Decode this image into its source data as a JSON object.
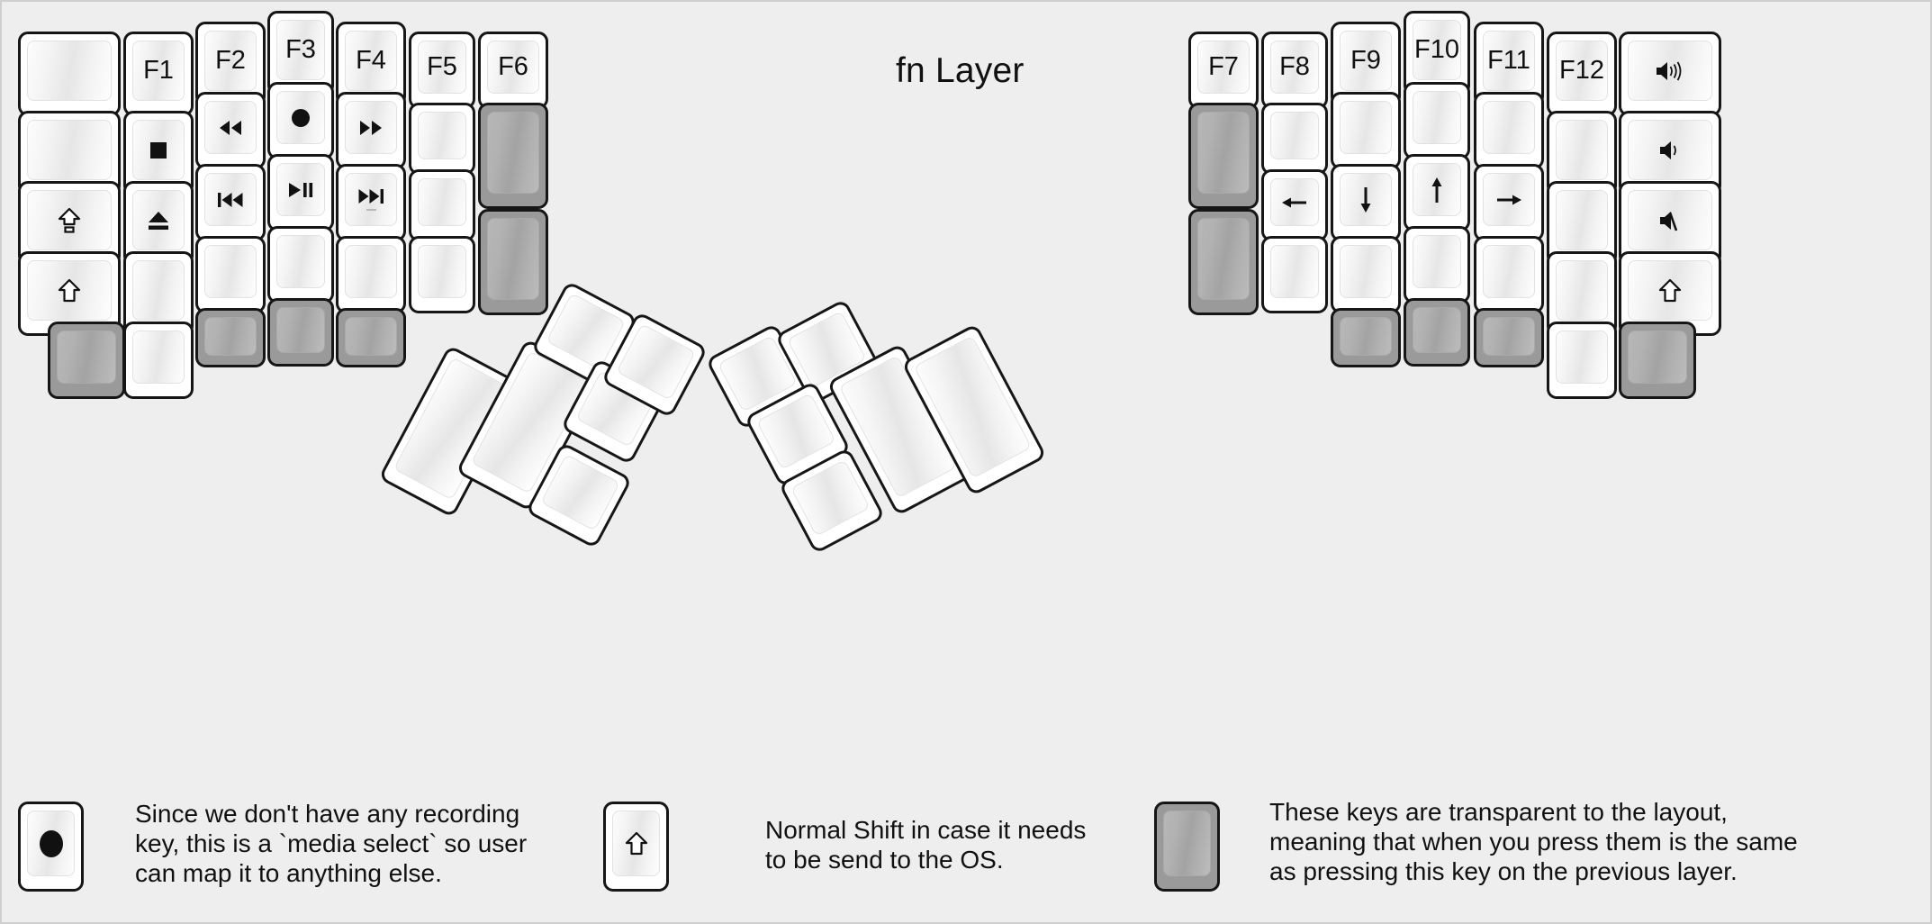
{
  "page": {
    "title": "fn Layer",
    "background": "#eeeeee",
    "key_fill": "#ffffff",
    "key_border": "#161616",
    "transparent_key_fill": "#9a9a9a"
  },
  "left_half": {
    "name": "left-keyboard-half",
    "columns": [
      {
        "name": "col-outer-left",
        "keys": [
          {
            "label": "",
            "icon": "",
            "type": "normal"
          },
          {
            "label": "",
            "icon": "",
            "type": "normal"
          },
          {
            "label": "",
            "icon": "caps-lock-icon",
            "type": "normal"
          },
          {
            "label": "",
            "icon": "shift-icon",
            "type": "normal"
          },
          {
            "label": "",
            "icon": "",
            "type": "transparent"
          }
        ]
      },
      {
        "name": "col-pinky",
        "keys": [
          {
            "label": "F1",
            "icon": "",
            "type": "normal"
          },
          {
            "label": "",
            "icon": "media-stop-icon",
            "type": "normal"
          },
          {
            "label": "",
            "icon": "media-eject-icon",
            "type": "normal"
          },
          {
            "label": "",
            "icon": "",
            "type": "normal"
          },
          {
            "label": "",
            "icon": "",
            "type": "normal"
          }
        ]
      },
      {
        "name": "col-ring",
        "keys": [
          {
            "label": "F2",
            "icon": "",
            "type": "normal"
          },
          {
            "label": "",
            "icon": "media-rewind-icon",
            "type": "normal"
          },
          {
            "label": "",
            "icon": "media-previous-icon",
            "type": "normal"
          },
          {
            "label": "",
            "icon": "",
            "type": "normal"
          },
          {
            "label": "",
            "icon": "",
            "type": "transparent"
          }
        ]
      },
      {
        "name": "col-middle",
        "keys": [
          {
            "label": "F3",
            "icon": "",
            "type": "normal"
          },
          {
            "label": "",
            "icon": "media-record-icon",
            "type": "normal"
          },
          {
            "label": "",
            "icon": "media-play-pause-icon",
            "type": "normal"
          },
          {
            "label": "",
            "icon": "",
            "type": "normal"
          },
          {
            "label": "",
            "icon": "",
            "type": "transparent"
          }
        ]
      },
      {
        "name": "col-index",
        "keys": [
          {
            "label": "F4",
            "icon": "",
            "type": "normal"
          },
          {
            "label": "",
            "icon": "media-fast-forward-icon",
            "type": "normal"
          },
          {
            "label": "",
            "icon": "media-next-icon",
            "type": "normal"
          },
          {
            "label": "",
            "icon": "",
            "type": "normal"
          },
          {
            "label": "",
            "icon": "",
            "type": "transparent"
          }
        ]
      },
      {
        "name": "col-inner",
        "keys": [
          {
            "label": "F5",
            "icon": "",
            "type": "normal"
          },
          {
            "label": "",
            "icon": "",
            "type": "normal"
          },
          {
            "label": "",
            "icon": "",
            "type": "normal"
          },
          {
            "label": "",
            "icon": "",
            "type": "normal"
          }
        ]
      },
      {
        "name": "col-innermost",
        "keys": [
          {
            "label": "F6",
            "icon": "",
            "type": "normal"
          },
          {
            "label": "",
            "icon": "",
            "type": "transparent"
          },
          {
            "label": "",
            "icon": "",
            "type": "transparent"
          }
        ]
      }
    ],
    "thumb_cluster": {
      "name": "left-thumb-cluster",
      "keys": [
        {
          "label": "",
          "icon": "",
          "type": "normal"
        },
        {
          "label": "",
          "icon": "",
          "type": "normal"
        },
        {
          "label": "",
          "icon": "",
          "type": "normal"
        },
        {
          "label": "",
          "icon": "",
          "type": "normal"
        },
        {
          "label": "",
          "icon": "",
          "type": "normal"
        }
      ]
    }
  },
  "right_half": {
    "name": "right-keyboard-half",
    "columns": [
      {
        "name": "col-innermost",
        "keys": [
          {
            "label": "F7",
            "icon": "",
            "type": "normal"
          },
          {
            "label": "",
            "icon": "",
            "type": "transparent"
          },
          {
            "label": "",
            "icon": "",
            "type": "transparent"
          }
        ]
      },
      {
        "name": "col-inner",
        "keys": [
          {
            "label": "F8",
            "icon": "",
            "type": "normal"
          },
          {
            "label": "",
            "icon": "",
            "type": "normal"
          },
          {
            "label": "",
            "icon": "arrow-left-icon",
            "type": "normal"
          },
          {
            "label": "",
            "icon": "",
            "type": "normal"
          }
        ]
      },
      {
        "name": "col-index",
        "keys": [
          {
            "label": "F9",
            "icon": "",
            "type": "normal"
          },
          {
            "label": "",
            "icon": "",
            "type": "normal"
          },
          {
            "label": "",
            "icon": "arrow-down-icon",
            "type": "normal"
          },
          {
            "label": "",
            "icon": "",
            "type": "normal"
          },
          {
            "label": "",
            "icon": "",
            "type": "transparent"
          }
        ]
      },
      {
        "name": "col-middle",
        "keys": [
          {
            "label": "F10",
            "icon": "",
            "type": "normal"
          },
          {
            "label": "",
            "icon": "",
            "type": "normal"
          },
          {
            "label": "",
            "icon": "arrow-up-icon",
            "type": "normal"
          },
          {
            "label": "",
            "icon": "",
            "type": "normal"
          },
          {
            "label": "",
            "icon": "",
            "type": "transparent"
          }
        ]
      },
      {
        "name": "col-ring",
        "keys": [
          {
            "label": "F11",
            "icon": "",
            "type": "normal"
          },
          {
            "label": "",
            "icon": "",
            "type": "normal"
          },
          {
            "label": "",
            "icon": "arrow-right-icon",
            "type": "normal"
          },
          {
            "label": "",
            "icon": "",
            "type": "normal"
          },
          {
            "label": "",
            "icon": "",
            "type": "transparent"
          }
        ]
      },
      {
        "name": "col-pinky",
        "keys": [
          {
            "label": "F12",
            "icon": "",
            "type": "normal"
          },
          {
            "label": "",
            "icon": "",
            "type": "normal"
          },
          {
            "label": "",
            "icon": "",
            "type": "normal"
          },
          {
            "label": "",
            "icon": "",
            "type": "normal"
          },
          {
            "label": "",
            "icon": "",
            "type": "normal"
          }
        ]
      },
      {
        "name": "col-outer-right",
        "keys": [
          {
            "label": "",
            "icon": "volume-up-icon",
            "type": "normal"
          },
          {
            "label": "",
            "icon": "volume-down-icon",
            "type": "normal"
          },
          {
            "label": "",
            "icon": "volume-mute-icon",
            "type": "normal"
          },
          {
            "label": "",
            "icon": "shift-icon",
            "type": "normal"
          },
          {
            "label": "",
            "icon": "",
            "type": "transparent"
          }
        ]
      }
    ],
    "thumb_cluster": {
      "name": "right-thumb-cluster",
      "keys": [
        {
          "label": "",
          "icon": "",
          "type": "normal"
        },
        {
          "label": "",
          "icon": "",
          "type": "normal"
        },
        {
          "label": "",
          "icon": "",
          "type": "normal"
        },
        {
          "label": "",
          "icon": "",
          "type": "normal"
        },
        {
          "label": "",
          "icon": "",
          "type": "normal"
        }
      ]
    }
  },
  "legend": [
    {
      "name": "legend-media-select",
      "icon": "media-record-icon",
      "key_type": "normal",
      "text": "Since we don't have any recording\nkey, this is a `media select` so user\ncan map it to anything else."
    },
    {
      "name": "legend-normal-shift",
      "icon": "shift-icon",
      "key_type": "normal",
      "text": "Normal Shift in case it needs\nto be send to the OS."
    },
    {
      "name": "legend-transparent",
      "icon": "",
      "key_type": "transparent",
      "text": "These keys are transparent to the layout,\nmeaning that when you press them is the same\nas pressing this key on the previous layer."
    }
  ]
}
